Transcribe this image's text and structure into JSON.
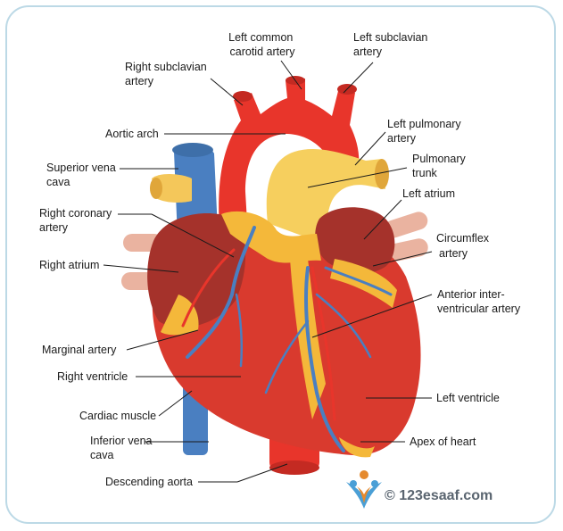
{
  "labels": {
    "left_common_carotid": [
      "Left common",
      "carotid artery"
    ],
    "left_subclavian": [
      "Left subclavian",
      "artery"
    ],
    "right_subclavian": [
      "Right subclavian",
      "artery"
    ],
    "aortic_arch": [
      "Aortic arch"
    ],
    "left_pulmonary": [
      "Left pulmonary",
      "artery"
    ],
    "superior_vena_cava": [
      "Superior vena",
      "cava"
    ],
    "pulmonary_trunk": [
      "Pulmonary",
      "trunk"
    ],
    "left_atrium": [
      "Left atrium"
    ],
    "right_coronary": [
      "Right coronary",
      "artery"
    ],
    "circumflex": [
      "Circumflex",
      "artery"
    ],
    "right_atrium": [
      "Right atrium"
    ],
    "anterior_interventricular": [
      "Anterior inter-",
      "ventricular artery"
    ],
    "marginal_artery": [
      "Marginal artery"
    ],
    "right_ventricle": [
      "Right ventricle"
    ],
    "left_ventricle": [
      "Left ventricle"
    ],
    "cardiac_muscle": [
      "Cardiac muscle"
    ],
    "apex_of_heart": [
      "Apex  of heart"
    ],
    "inferior_vena_cava": [
      "Inferior vena",
      "cava"
    ],
    "descending_aorta": [
      "Descending aorta"
    ]
  },
  "watermark": "© 123esaaf.com",
  "colors": {
    "aorta": "#e8352b",
    "ventricle": "#d93a2e",
    "atrium": "#a5322b",
    "vein": "#4a7fc1",
    "fat": "#f4b83a",
    "pulmonary": "#f6cf5e",
    "frame": "#bcd9e6"
  }
}
